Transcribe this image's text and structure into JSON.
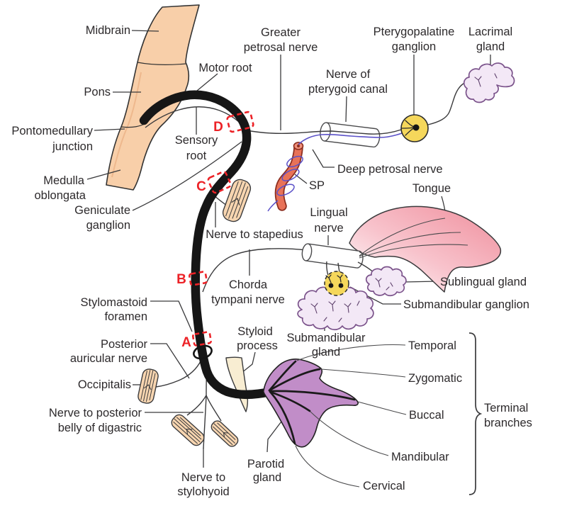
{
  "labels": {
    "midbrain": "Midbrain",
    "pons": "Pons",
    "pontomedullary_junction": [
      "Pontomedullary",
      "junction"
    ],
    "medulla_oblongata": [
      "Medulla",
      "oblongata"
    ],
    "motor_root": "Motor root",
    "sensory_root": [
      "Sensory",
      "root"
    ],
    "geniculate_ganglion": [
      "Geniculate",
      "ganglion"
    ],
    "greater_petrosal_nerve": [
      "Greater",
      "petrosal nerve"
    ],
    "nerve_of_pterygoid_canal": [
      "Nerve of",
      "pterygoid canal"
    ],
    "pterygopalatine_ganglion": [
      "Pterygopalatine",
      "ganglion"
    ],
    "lacrimal_gland": [
      "Lacrimal",
      "gland"
    ],
    "deep_petrosal_nerve": "Deep petrosal nerve",
    "sp": "SP",
    "tongue": "Tongue",
    "lingual_nerve": [
      "Lingual",
      "nerve"
    ],
    "nerve_to_stapedius": "Nerve to stapedius",
    "chorda_tympani_nerve": [
      "Chorda",
      "tympani nerve"
    ],
    "sublingual_gland": "Sublingual gland",
    "submandibular_ganglion": "Submandibular ganglion",
    "submandibular_gland": [
      "Submandibular",
      "gland"
    ],
    "stylomastoid_foramen": [
      "Stylomastoid",
      "foramen"
    ],
    "posterior_auricular_nerve": [
      "Posterior",
      "auricular nerve"
    ],
    "occipitalis": "Occipitalis",
    "nerve_to_posterior_belly_of_digastric": [
      "Nerve to posterior",
      "belly of digastric"
    ],
    "nerve_to_stylohyoid": [
      "Nerve to",
      "stylohyoid"
    ],
    "styloid_process": [
      "Styloid",
      "process"
    ],
    "parotid_gland": [
      "Parotid",
      "gland"
    ],
    "terminal_branches_list": [
      "Temporal",
      "Zygomatic",
      "Buccal",
      "Mandibular",
      "Cervical"
    ],
    "terminal_branches": [
      "Terminal",
      "branches"
    ]
  },
  "markers": {
    "a": "A",
    "b": "B",
    "c": "C",
    "d": "D"
  },
  "colors": {
    "brainstem": "#F8CFA9",
    "brainstem_shade": "#ECB488",
    "nerve_black": "#161616",
    "marker_red": "#EC2227",
    "ganglion_yellow": "#F5D75B",
    "gland_lavender_fill": "#F3E8F6",
    "gland_lavender_stroke": "#7B538B",
    "parotid_purple": "#C18DC8",
    "tongue_pink": "#EF8E9C",
    "artery_red": "#E87258",
    "artery_outline": "#8C2D1E",
    "deep_petrosal_blue": "#5B51C8",
    "muscle_fill": "#F7D5B0",
    "styloid_fill": "#F8EDD2"
  }
}
